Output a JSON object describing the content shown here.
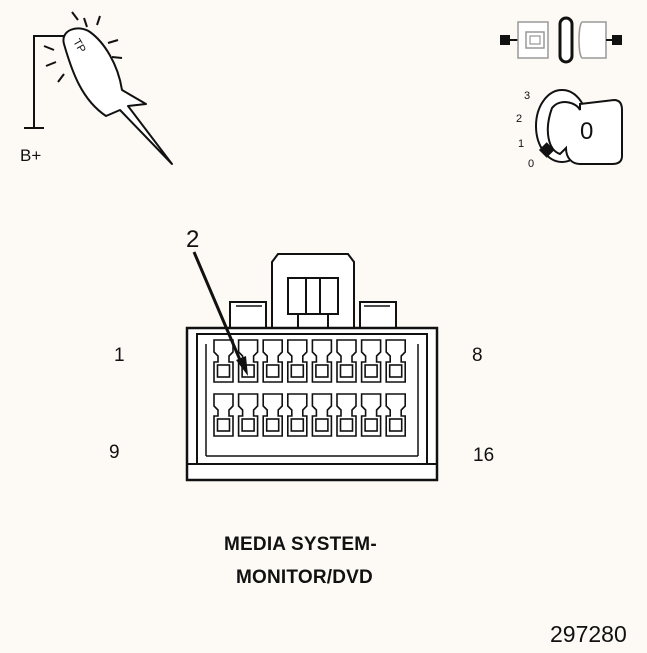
{
  "test_light": {
    "tip_label": "TP",
    "supply_label": "B+"
  },
  "ignition_switch": {
    "positions": [
      "0",
      "1",
      "2",
      "3"
    ],
    "selected_position": "0"
  },
  "connector": {
    "callout": "2",
    "pin_first_row_start": "1",
    "pin_first_row_end": "8",
    "pin_second_row_start": "9",
    "pin_second_row_end": "16",
    "pins_per_row": 8
  },
  "caption": {
    "line1": "MEDIA SYSTEM-",
    "line2": "MONITOR/DVD"
  },
  "figure_number": "297280"
}
